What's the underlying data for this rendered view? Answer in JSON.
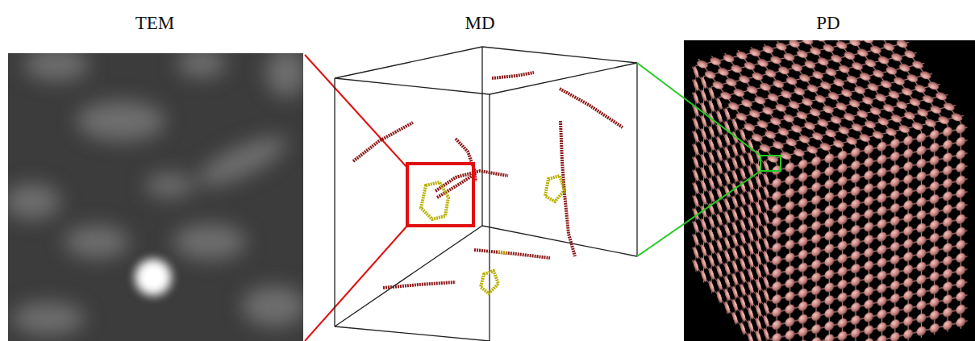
{
  "diagram": {
    "labels": [
      "TEM",
      "MD",
      "PD"
    ]
  }
}
